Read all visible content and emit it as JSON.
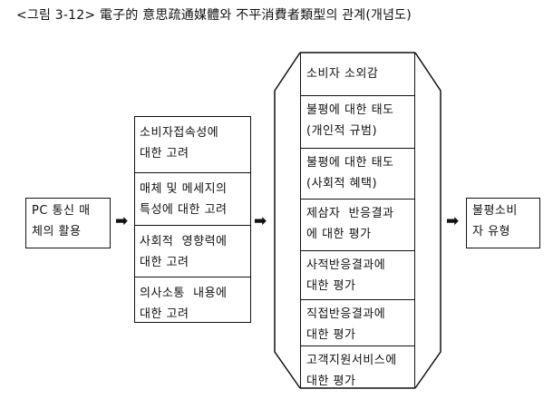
{
  "title": "<그림 3-12> 電子的 意思疏通媒體와 不平消費者類型의 관계(개념도)",
  "pc_box": {
    "line1": "PC 통신 매",
    "line2": "체의 활용"
  },
  "middle_factors": [
    {
      "line1": "소비자접속성에",
      "line2": "대한 고려"
    },
    {
      "line1": "매체 및 메세지의",
      "line2": "특성에 대한 고려"
    },
    {
      "line1": "사회적  영향력에",
      "line2": "대한 고려"
    },
    {
      "line1": "의사소통  내용에",
      "line2": "대한 고려"
    }
  ],
  "response_items": [
    {
      "line1": "소비자 소외감",
      "line2": ""
    },
    {
      "line1": "불평에 대한 태도",
      "line2": "(개인적 규범)"
    },
    {
      "line1": "불평에 대한 태도",
      "line2": "(사회적 혜택)"
    },
    {
      "line1": "제삼자  반응결과",
      "line2": "에 대한 평가"
    },
    {
      "line1": "사적반응결과에",
      "line2": "대한 평가"
    },
    {
      "line1": "직접반응결과에",
      "line2": "대한 평가"
    },
    {
      "line1": "고객지원서비스에",
      "line2": "대한 평가"
    }
  ],
  "result_box": {
    "line1": "불평소비",
    "line2": "자 유형"
  },
  "arrow_glyph": "➡"
}
